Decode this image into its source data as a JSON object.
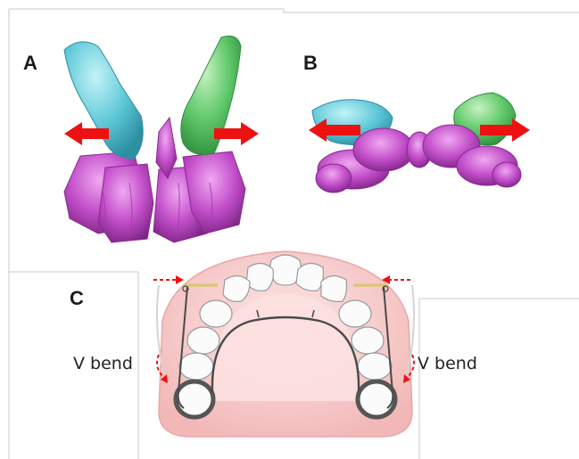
{
  "figure": {
    "panels": [
      {
        "id": "A",
        "label": "A",
        "content": "3D model of displaced teeth, frontal view"
      },
      {
        "id": "B",
        "label": "B",
        "content": "3D model of displaced teeth, occlusal view"
      },
      {
        "id": "C",
        "label": "C",
        "content": "Schematic of maxillary arch with appliance"
      }
    ],
    "annotations": {
      "left_bend": "V bend",
      "right_bend": "V bend"
    },
    "colors": {
      "canine_left": "#5ec8d8",
      "canine_right": "#5fc86a",
      "incisors": "#c050c8",
      "arrow": "#ee1111",
      "palate": "#f7c9c9",
      "tooth": "#fbfbfb",
      "wire": "#555555"
    }
  }
}
